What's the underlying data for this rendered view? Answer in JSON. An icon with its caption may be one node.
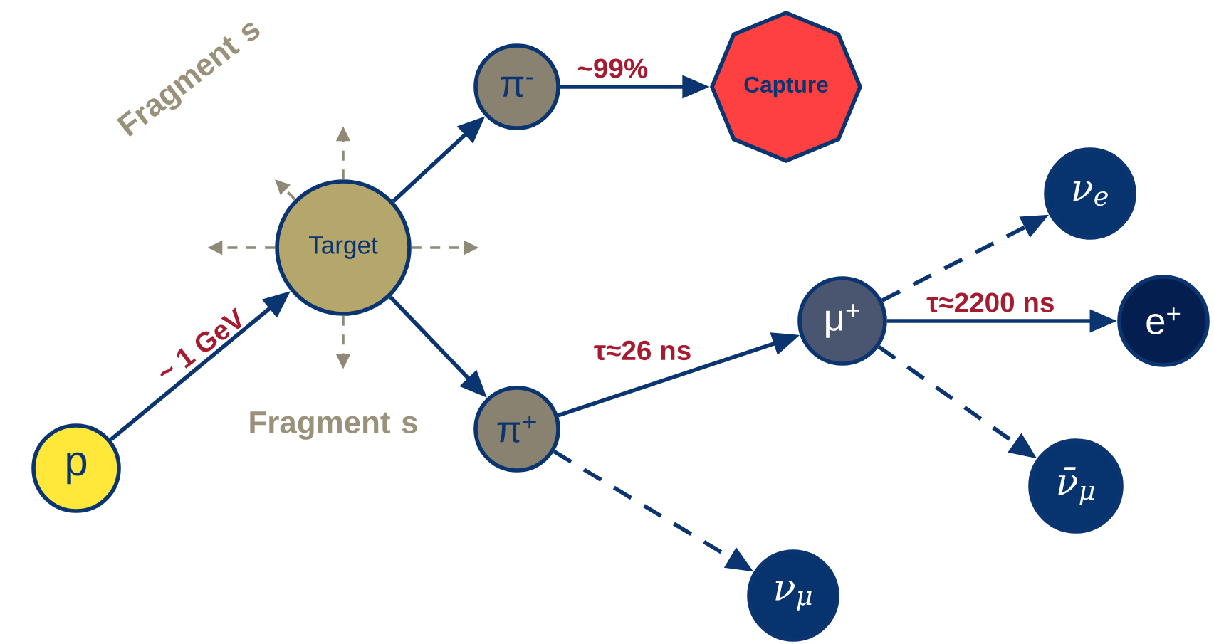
{
  "diagram": {
    "nodes": [
      {
        "text": [
          "p"
        ]
      },
      {
        "text": [
          "Target"
        ]
      },
      {
        "text": [
          "π$^{-}$"
        ]
      },
      {
        "text": [
          "Capture"
        ]
      },
      {
        "text": [
          "π$^{+}$"
        ]
      },
      {
        "text": [
          "μ$^{+}$"
        ]
      },
      {
        "text": [
          "ν$_{e}$"
        ]
      },
      {
        "text": [
          "e$^{+}$"
        ]
      },
      {
        "text": [
          "ν̄$_{μ}$"
        ]
      },
      {
        "text": [
          "ν$_{μ}$"
        ]
      }
    ],
    "edges": [
      {
        "from": 0,
        "to": 1,
        "arrow": "to",
        "label": "~ 1 GeV"
      },
      {
        "from": 1,
        "to": 2,
        "arrow": "to"
      },
      {
        "from": 2,
        "to": 3,
        "arrow": "to",
        "label": "~99%"
      },
      {
        "from": 1,
        "to": 4,
        "arrow": "to"
      },
      {
        "from": 4,
        "to": 5,
        "arrow": "to",
        "label": "τ≈26 ns"
      },
      {
        "from": 4,
        "to": 9,
        "arrow": "to",
        "style": "dashed"
      },
      {
        "from": 5,
        "to": 6,
        "arrow": "to",
        "style": "dashed"
      },
      {
        "from": 5,
        "to": 7,
        "arrow": "to",
        "label": "τ≈2200 ns"
      },
      {
        "from": 5,
        "to": 8,
        "arrow": "to",
        "style": "dashed"
      },
      {
        "from": 1,
        "to": null,
        "arrow": "to",
        "style": "dashed",
        "color": "#8f8a78"
      },
      {
        "from": 1,
        "to": null,
        "arrow": "to",
        "style": "dashed",
        "color": "#8f8a78"
      },
      {
        "from": 1,
        "to": null,
        "arrow": "to",
        "style": "dashed",
        "color": "#8f8a78"
      },
      {
        "from": 1,
        "to": null,
        "arrow": "to",
        "style": "dashed",
        "color": "#8f8a78"
      },
      {
        "from": 1,
        "to": null,
        "arrow": "to",
        "style": "dashed",
        "color": "#8f8a78"
      }
    ],
    "labels": [
      "Fragment s",
      "Fragment s"
    ]
  }
}
